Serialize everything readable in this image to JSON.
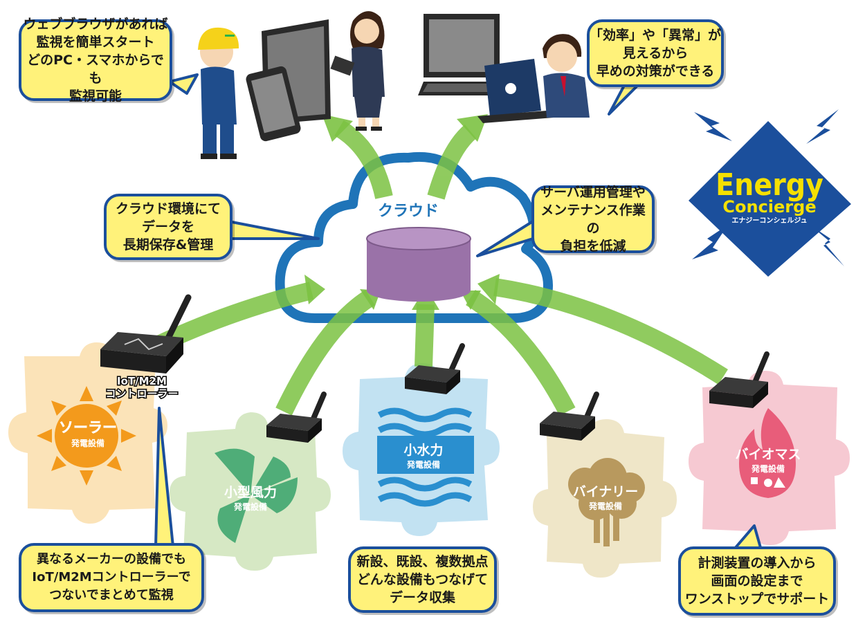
{
  "cloud": {
    "label": "クラウド"
  },
  "logo": {
    "line1": "Energy",
    "line2": "Concierge",
    "line3": "エナジーコンシェルジュ"
  },
  "controller": {
    "label_line1": "IoT/M2M",
    "label_line2": "コントローラー"
  },
  "bubbles": {
    "browser": "ウェブブラウザがあれば\n監視を簡単スタート\nどのPC・スマホからでも\n監視可能",
    "efficiency": "「効率」や「異常」が\n見えるから\n早めの対策ができる",
    "storage": "クラウド環境にて\nデータを\n長期保存&管理",
    "server": "サーバ運用管理や\nメンテナンス作業の\n負担を低減",
    "makers": "異なるメーカーの設備でも\nIoT/M2Mコントローラーで\nつないでまとめて監視",
    "sites": "新設、既設、複数拠点\nどんな設備もつなげて\nデータ収集",
    "support": "計測装置の導入から\n画面の設定まで\nワンストップでサポート"
  },
  "pieces": {
    "solar": {
      "name": "ソーラー",
      "sub": "発電設備",
      "color": "#fbe3b8"
    },
    "wind": {
      "name": "小型風力",
      "sub": "発電設備",
      "color": "#d6e8c4"
    },
    "hydro": {
      "name": "小水力",
      "sub": "発電設備",
      "color": "#c2e2f2"
    },
    "binary": {
      "name": "バイナリー",
      "sub": "発電設備",
      "color": "#efe6c8"
    },
    "biomass": {
      "name": "バイオマス",
      "sub": "発電設備",
      "color": "#f6c9d2"
    }
  },
  "colors": {
    "bubble_fill": "#fff27a",
    "bubble_border": "#1b4f9c",
    "arrow": "#7cc243",
    "cloud_outline": "#1f74b8",
    "database": "#9a72a8",
    "logo_blue": "#1b4f9c",
    "logo_yellow": "#f5e000"
  }
}
